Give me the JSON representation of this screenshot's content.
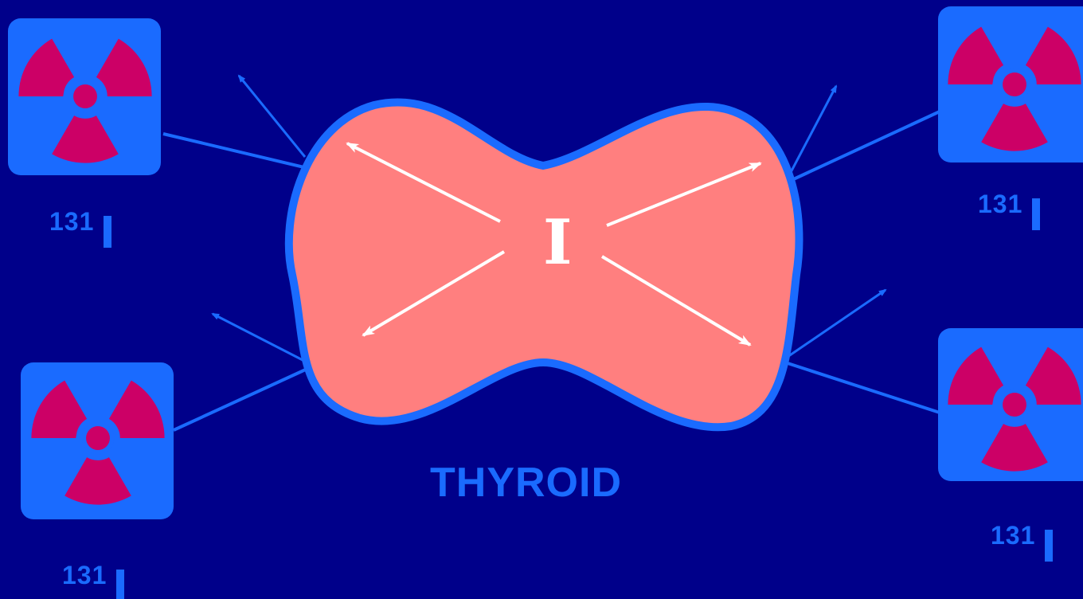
{
  "thyroid": {
    "label": "THYROID",
    "center_symbol": "I",
    "gland_color": "#ff7f7f",
    "outline_color": "#1a6bff"
  },
  "sources": [
    {
      "name": "top-left",
      "mass_number": "131",
      "icon": "radiation-hazard-icon"
    },
    {
      "name": "bottom-left",
      "mass_number": "131",
      "icon": "radiation-hazard-icon"
    },
    {
      "name": "top-right",
      "mass_number": "131",
      "icon": "radiation-hazard-icon"
    },
    {
      "name": "bottom-right",
      "mass_number": "131",
      "icon": "radiation-hazard-icon"
    }
  ],
  "colors": {
    "background": "#00008a",
    "accent_blue": "#1a6bff",
    "hazard_magenta": "#cc0066",
    "arrow_white": "#ffffff"
  }
}
